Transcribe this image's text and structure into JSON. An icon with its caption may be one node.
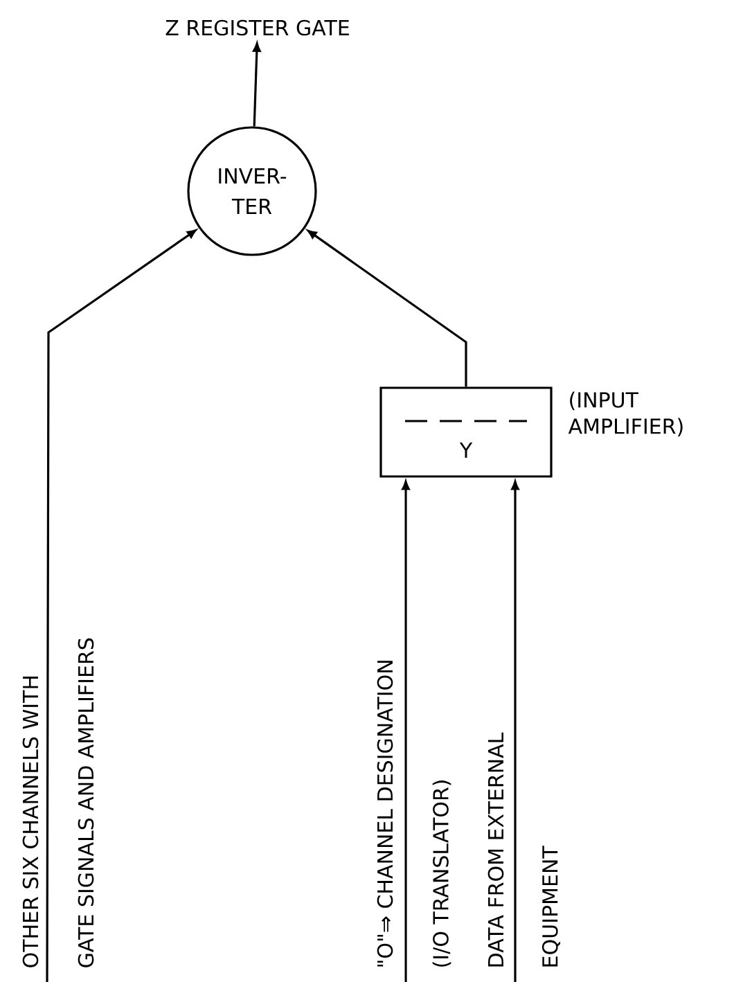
{
  "diagram": {
    "nodes": [
      {
        "text": [
          "Z REGISTER GATE"
        ]
      },
      {
        "text": [
          "INVER- TER"
        ]
      },
      {
        "text": [
          "Y"
        ],
        "beside": [
          "(INPUT AMPLIFIER)"
        ]
      }
    ],
    "edges": [
      {
        "from": 1,
        "to": 0,
        "arrow": "to"
      },
      {
        "from": 2,
        "to": 1,
        "arrow": "to"
      },
      {
        "from": null,
        "to": 1,
        "arrow": "to"
      },
      {
        "from": null,
        "to": 2,
        "arrow": "to"
      },
      {
        "from": null,
        "to": 2,
        "arrow": "to"
      }
    ],
    "labels": [
      "OTHER SIX CHANNELS WITH",
      "GATE SIGNALS AND AMPLIFIERS",
      "\"O\"⇒ CHANNEL DESIGNATION",
      "(I/O TRANSLATOR)",
      "DATA FROM EXTERNAL",
      "EQUIPMENT"
    ]
  }
}
